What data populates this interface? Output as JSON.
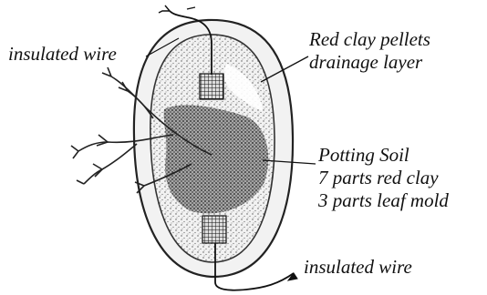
{
  "labels": {
    "wire_top": "insulated wire",
    "pellets": [
      "Red clay pellets",
      "drainage layer"
    ],
    "soil": [
      "Potting Soil",
      "7 parts red clay",
      "3 parts leaf mold"
    ],
    "wire_bottom": "insulated wire"
  },
  "colors": {
    "ink": "#111111",
    "paper": "#ffffff"
  }
}
